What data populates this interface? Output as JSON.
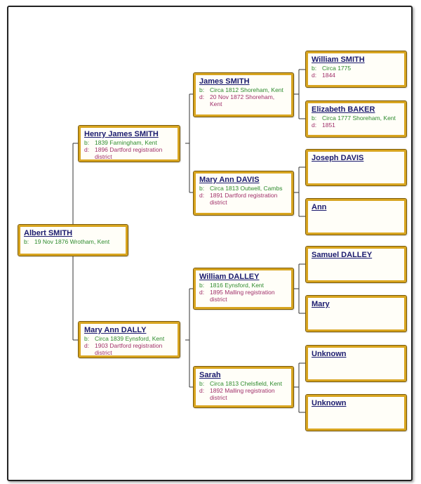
{
  "people": {
    "root": {
      "name": "Albert SMITH",
      "b": "19 Nov 1876 Wrotham, Kent"
    },
    "father": {
      "name": "Henry James SMITH",
      "b": "1839 Farningham, Kent",
      "d": "1896 Dartford registration district"
    },
    "mother": {
      "name": "Mary Ann DALLY",
      "b": "Circa 1839 Eynsford, Kent",
      "d": "1903 Dartford registration district"
    },
    "pgf": {
      "name": "James SMITH",
      "b": "Circa 1812 Shoreham, Kent",
      "d": "20 Nov 1872 Shoreham, Kent"
    },
    "pgm": {
      "name": "Mary Ann DAVIS",
      "b": "Circa 1813 Outwell, Cambs",
      "d": "1891 Dartford registration district"
    },
    "mgf": {
      "name": "William DALLEY",
      "b": "1816 Eynsford, Kent",
      "d": "1895 Malling registration district"
    },
    "mgm": {
      "name": "Sarah",
      "b": "Circa 1813 Chelsfield, Kent",
      "d": "1892 Malling registration district"
    },
    "g1": {
      "name": "William SMITH",
      "b": "Circa 1775",
      "d": "1844"
    },
    "g2": {
      "name": "Elizabeth BAKER",
      "b": "Circa 1777 Shoreham, Kent",
      "d": "1851"
    },
    "g3": {
      "name": "Joseph DAVIS"
    },
    "g4": {
      "name": "Ann"
    },
    "g5": {
      "name": "Samuel DALLEY"
    },
    "g6": {
      "name": "Mary"
    },
    "g7": {
      "name": "Unknown"
    },
    "g8": {
      "name": "Unknown"
    }
  },
  "labels": {
    "born": "b:",
    "died": "d:"
  },
  "colors": {
    "border": "#d8a520",
    "name": "#1a1a6e",
    "born": "#2e8b2e",
    "died": "#a0306a"
  }
}
